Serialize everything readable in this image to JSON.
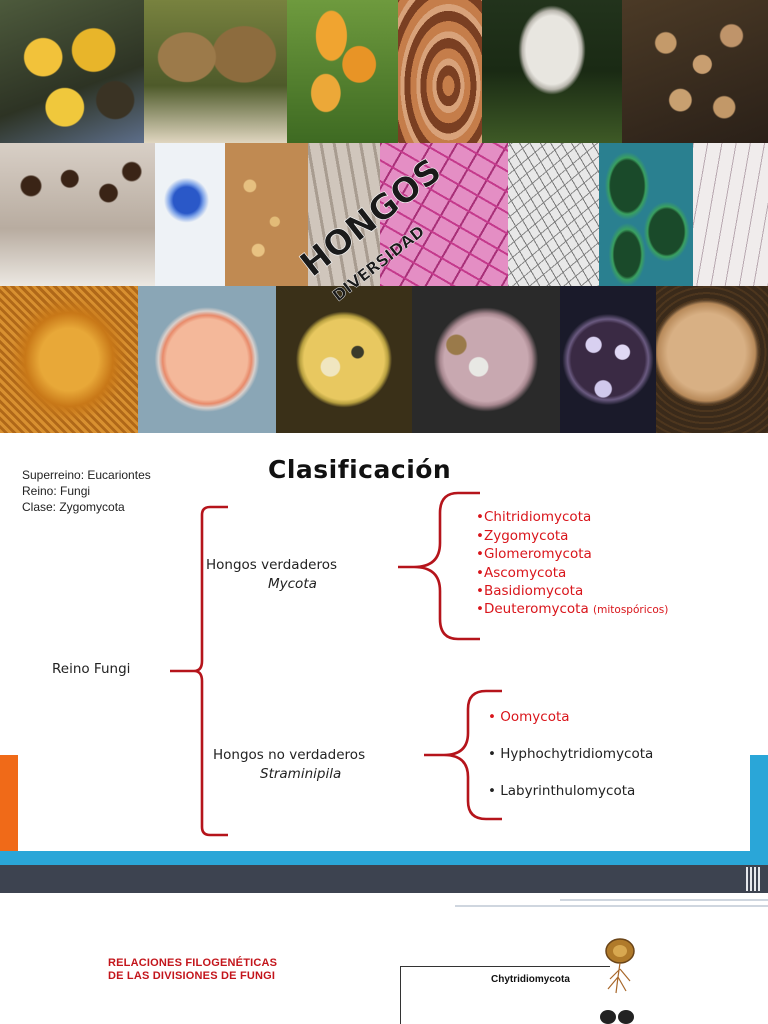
{
  "slide1": {
    "title_main": "HONGOS",
    "title_sub": "DIVERSIDAD"
  },
  "slide2": {
    "meta": {
      "superreino": "Superreino: Eucariontes",
      "reino": "Reino: Fungi",
      "clase": "Clase: Zygomycota"
    },
    "title": "Clasificación",
    "root": "Reino Fungi",
    "group1": {
      "label": "Hongos verdaderos",
      "sub": "Mycota",
      "items": [
        "•Chitridiomycota",
        "•Zygomycota",
        "•Glomeromycota",
        "•Ascomycota",
        "•Basidiomycota",
        "•Deuteromycota"
      ],
      "note": "(mitospóricos)"
    },
    "group2": {
      "label": "Hongos no verdaderos",
      "sub": "Straminipila",
      "items": [
        "•  Oomycota",
        "•  Hyphochytridiomycota",
        "•  Labyrinthulomycota"
      ]
    },
    "colors": {
      "bracket": "#b5141b",
      "highlight": "#d9151b",
      "band_dark": "#3d4350",
      "band_blue": "#2aa6d8",
      "band_orange": "#f06a18"
    }
  },
  "slide3": {
    "title_line1": "RELACIONES FILOGENÉTICAS",
    "title_line2": "DE LAS DIVISIONES DE FUNGI",
    "tree_label": "Chytridiomycota"
  }
}
